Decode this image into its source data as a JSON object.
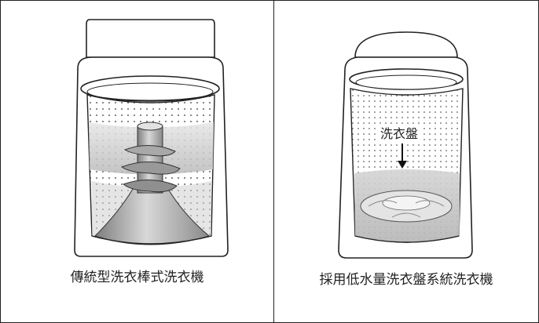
{
  "panels": [
    {
      "caption": "傳統型洗衣棒式洗衣機"
    },
    {
      "caption": "採用低水量洗衣盤系統洗衣機",
      "callout": "洗衣盤"
    }
  ],
  "colors": {
    "line": "#222222",
    "water": "#c8c8c8",
    "shade": "#9a9a9a"
  }
}
